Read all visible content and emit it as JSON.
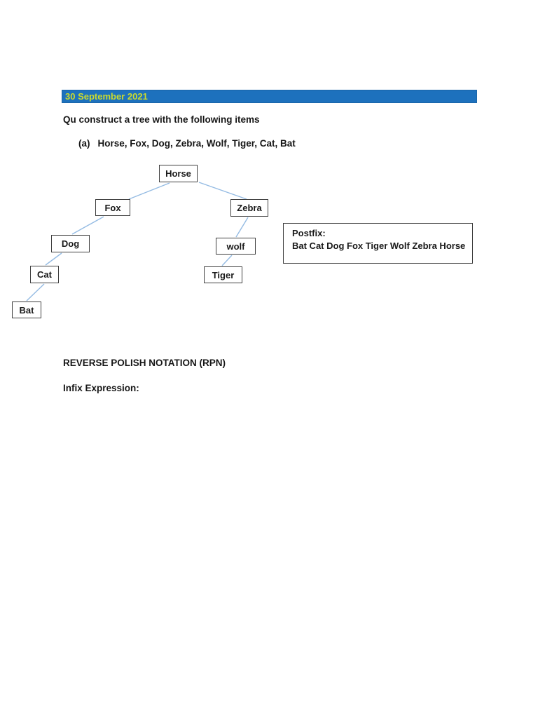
{
  "header": {
    "date_label": "30 September 2021"
  },
  "colors": {
    "header_bg": "#1D71BD",
    "header_text": "#CBDA2E",
    "edge_line": "#94BBE3",
    "node_border": "#3F3F3F"
  },
  "body": {
    "intro_text": "Qu construct a tree with the following items",
    "list_item": {
      "marker": "(a)",
      "text": "Horse, Fox, Dog, Zebra, Wolf, Tiger, Cat, Bat"
    }
  },
  "tree": {
    "nodes": [
      {
        "label": "Horse"
      },
      {
        "label": "Fox"
      },
      {
        "label": "Zebra"
      },
      {
        "label": "Dog"
      },
      {
        "label": "wolf"
      },
      {
        "label": "Cat"
      },
      {
        "label": "Tiger"
      },
      {
        "label": "Bat"
      }
    ],
    "edges": [
      "Horse-Fox",
      "Horse-Zebra",
      "Fox-Dog",
      "Dog-Cat",
      "Cat-Bat",
      "Zebra-wolf",
      "wolf-Tiger"
    ]
  },
  "postfix_box": {
    "title": "Postfix:",
    "sequence": "Bat Cat Dog Fox Tiger Wolf Zebra Horse"
  },
  "sections": {
    "rpn_heading": "REVERSE POLISH NOTATION (RPN)",
    "infix_label": "Infix Expression:"
  }
}
